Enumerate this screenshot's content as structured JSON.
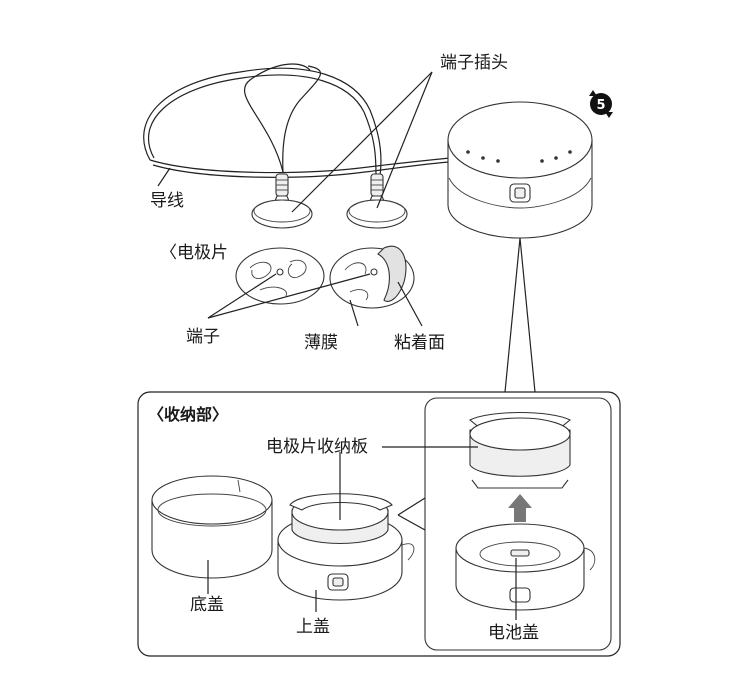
{
  "labels": {
    "terminal_plug": "端子插头",
    "lead_wire": "导线",
    "electrode_pads": "〈电极片",
    "terminal": "端子",
    "film": "薄膜",
    "adhesive_surface": "粘着面",
    "storage_section": "〈收纳部〉",
    "pad_storage_plate": "电极片收纳板",
    "bottom_cover": "底盖",
    "top_cover": "上盖",
    "battery_cover": "电池盖",
    "recycle_number": "5"
  }
}
